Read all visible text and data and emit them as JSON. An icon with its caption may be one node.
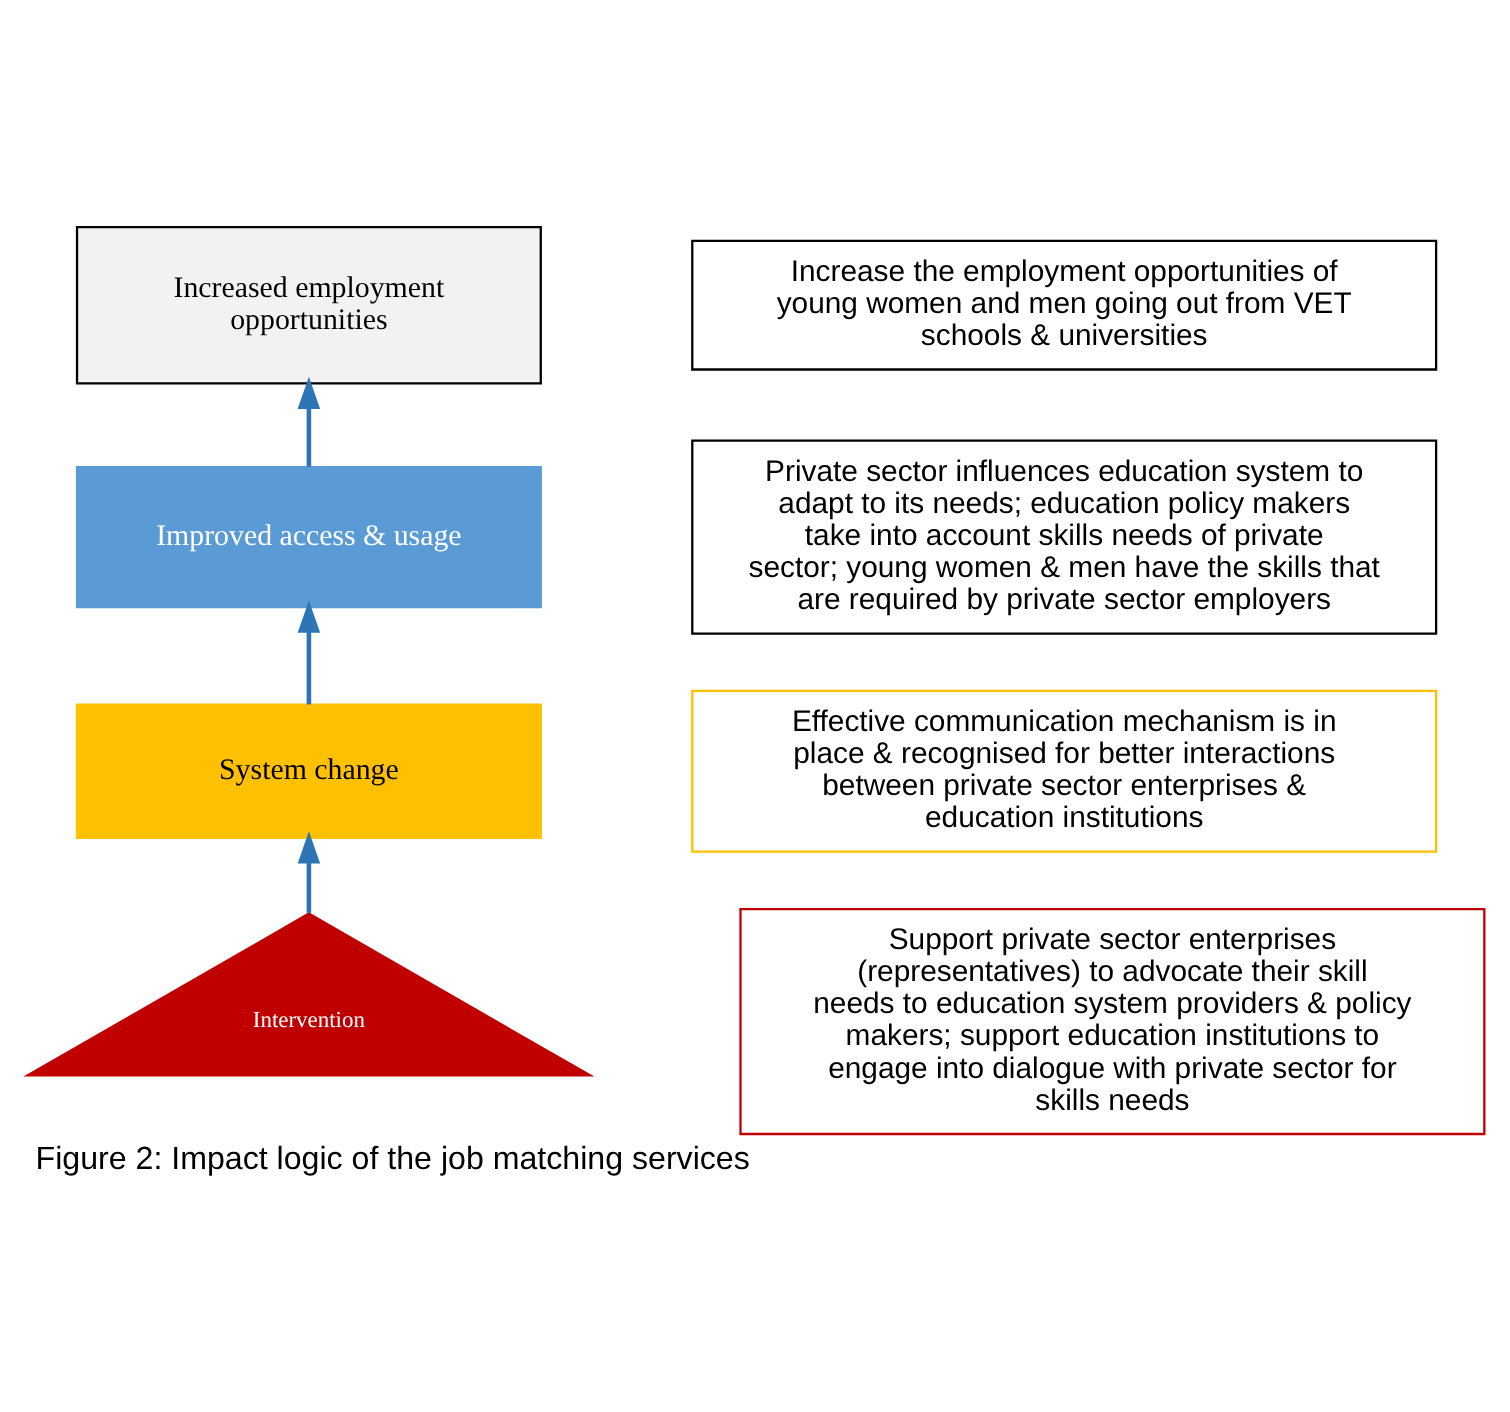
{
  "diagram": {
    "caption": "Figure 2: Impact logic of the job matching services",
    "nodes": [
      {
        "text": [
          "Increased employment opportunities"
        ]
      },
      {
        "text": [
          "Improved access & usage"
        ]
      },
      {
        "text": [
          "System change"
        ]
      },
      {
        "text": [
          "Intervention"
        ]
      },
      {
        "text": [
          "Increase the employment opportunities of young women and men going out from VET schools & universities"
        ]
      },
      {
        "text": [
          "Private sector influences education system to adapt to its needs; education policy makers take into account skills needs of private sector; young women & men have the skills that are required by private sector employers"
        ]
      },
      {
        "text": [
          "Effective communication mechanism is in place & recognised for better interactions between private sector enterprises & education institutions"
        ]
      },
      {
        "text": [
          "Support private sector enterprises (representatives) to advocate their skill needs to education system providers & policy makers; support education institutions to engage into dialogue with private sector for skills needs"
        ]
      }
    ],
    "edges": [
      {
        "from": 3,
        "to": 2,
        "arrow": "to"
      },
      {
        "from": 2,
        "to": 1,
        "arrow": "to"
      },
      {
        "from": 1,
        "to": 0,
        "arrow": "to"
      }
    ]
  }
}
